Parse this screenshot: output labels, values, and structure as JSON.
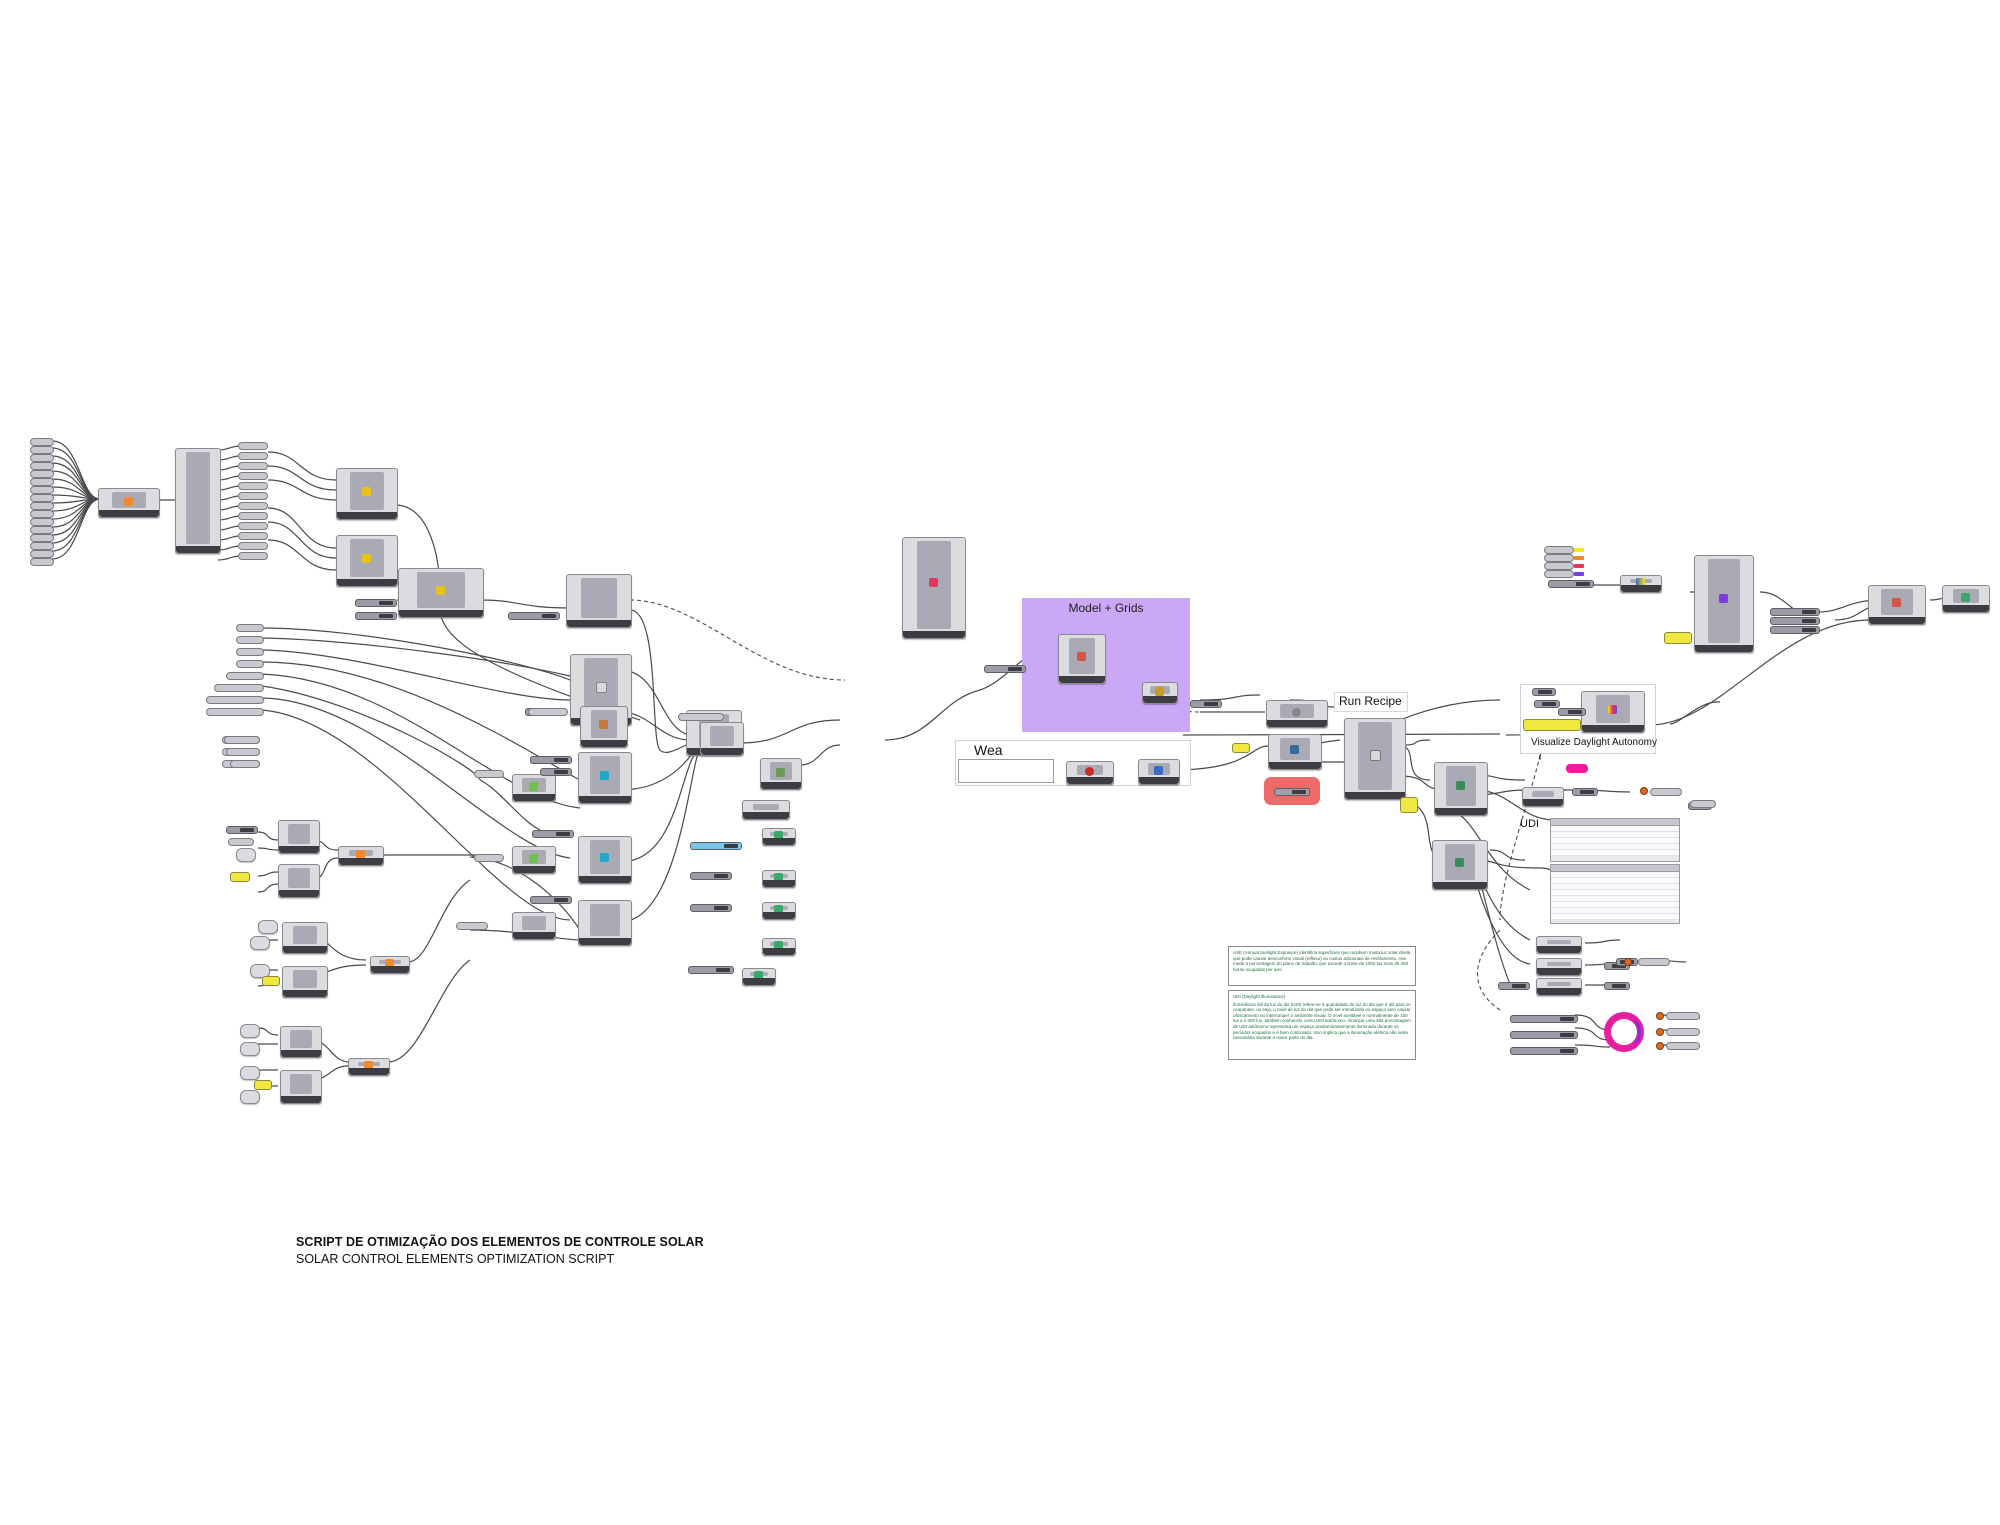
{
  "canvas": {
    "title_main": "SCRIPT DE OTIMIZAÇÃO DOS ELEMENTOS DE CONTROLE SOLAR",
    "title_sub": "SOLAR CONTROL ELEMENTS OPTIMIZATION SCRIPT"
  },
  "groups": {
    "model_grids": "Model + Grids",
    "run_recipe": "Run Recipe",
    "wea": "Wea",
    "visualize_da": "Visualize Daylight Autonomy",
    "udi": "UDI"
  },
  "notes": {
    "ase_title": "ASE (Annual Sunlight Exposure)",
    "ase_text": "ASE (Annual Sunlight Exposure) identifica superfícies que recebem muita luz solar direta que pode causar desconforto visual (reflexo) ou custos adicionais de resfriamento. Ase mede a porcentagem do plano de trabalho que excede o limite de 1000 lux mais de 250 horas ocupadas por ano.",
    "udi_title": "UDI (Daylight Illuminance)",
    "udi_text": "Iluminância útil da luz do dia (UDI) refere-se à quantidade de luz do dia que é útil para os ocupantes, ou seja, o nível de luz do dia que pode ser introduzido no espaço sem causar ofuscamento ou interromper o ambiente visual. O nível aceitável e normalmente de 100 lux a 2 000 lux, também conhecido como UDI autônomo. Alcançar uma alta porcentagem de UDI autônomo representa um espaço predominantemente iluminado durante os períodos ocupados e é bem controlado. Isso implica que a iluminação elétrica não seria necessária durante a maior parte do dia."
  },
  "colors": {
    "canvas": "#ffffff",
    "wire": "#4a4a4e",
    "node_fill": "#dcdce0",
    "node_border": "#8a8a92",
    "model_grids_group": "#c9a8f5",
    "run_recipe_toggle": "#ec6a6a",
    "toggle_yellow": "#efe840",
    "ring_magenta": "#e81ea0",
    "ring_purple": "#8f2bd4",
    "legend_yellow": "#f2e61c",
    "legend_orange": "#f08a2c",
    "legend_red": "#e8345a",
    "legend_purple": "#7a3ce0",
    "output_dot": "#e06820"
  },
  "icons": [
    "orange-gear-icon",
    "yellow-gear-icon",
    "daylight-grid-icon",
    "wea-sun-icon",
    "recipe-icon",
    "legend-icon",
    "ring-chart-icon"
  ]
}
